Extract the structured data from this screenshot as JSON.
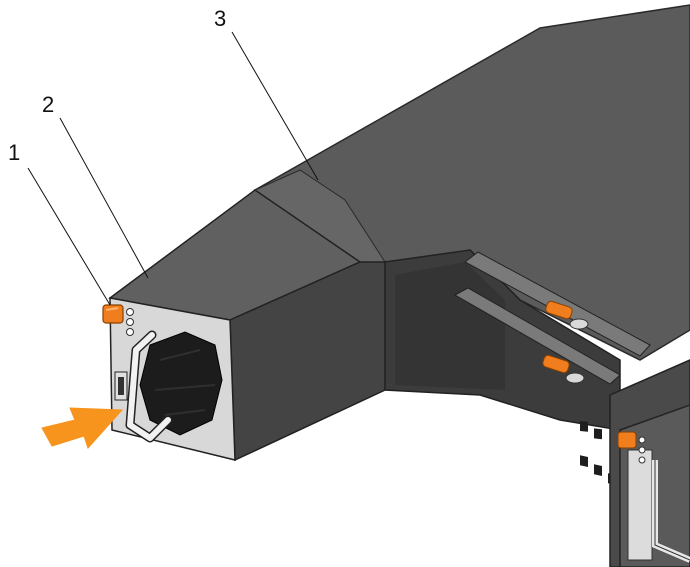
{
  "callouts": [
    {
      "number": "1",
      "target": "power-supply-release-latch"
    },
    {
      "number": "2",
      "target": "power-supply-unit"
    },
    {
      "number": "3",
      "target": "system-chassis"
    }
  ],
  "colors": {
    "chassis_top": "#5b5b5b",
    "chassis_dark": "#3c3c3c",
    "psu_front": "#4a4a4a",
    "latch_orange": "#f07d1e",
    "arrow_orange": "#f7941d",
    "handle": "#e8e8e8",
    "fan_black": "#1c1c1c"
  },
  "icons": [
    "insertion-arrow-icon",
    "release-latch-icon",
    "fan-grille-icon",
    "psu-handle-icon"
  ]
}
